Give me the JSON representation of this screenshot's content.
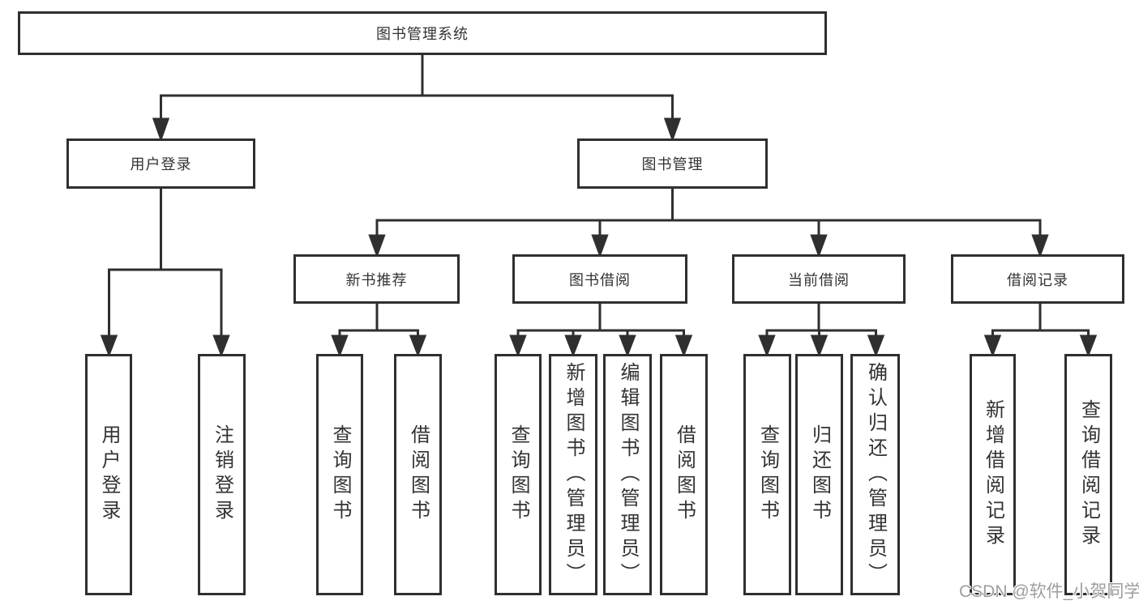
{
  "diagram": {
    "root": {
      "label": "图书管理系统",
      "children": [
        {
          "label": "用户登录",
          "children": [
            {
              "label": "用户登录"
            },
            {
              "label": "注销登录"
            }
          ]
        },
        {
          "label": "图书管理",
          "children": [
            {
              "label": "新书推荐",
              "children": [
                {
                  "label": "查询图书"
                },
                {
                  "label": "借阅图书"
                }
              ]
            },
            {
              "label": "图书借阅",
              "children": [
                {
                  "label": "查询图书"
                },
                {
                  "label": "新增图书（管理员）"
                },
                {
                  "label": "编辑图书（管理员）"
                },
                {
                  "label": "借阅图书"
                }
              ]
            },
            {
              "label": "当前借阅",
              "children": [
                {
                  "label": "查询图书"
                },
                {
                  "label": "归还图书"
                },
                {
                  "label": "确认归还（管理员）"
                }
              ]
            },
            {
              "label": "借阅记录",
              "children": [
                {
                  "label": "新增借阅记录"
                },
                {
                  "label": "查询借阅记录"
                }
              ]
            }
          ]
        }
      ]
    }
  },
  "watermark": {
    "text": "CSDN @软件_小贺同学",
    "color": "#9e9e9e"
  },
  "colors": {
    "line": "#2f2f2f",
    "text": "#333333",
    "background": "#ffffff"
  }
}
